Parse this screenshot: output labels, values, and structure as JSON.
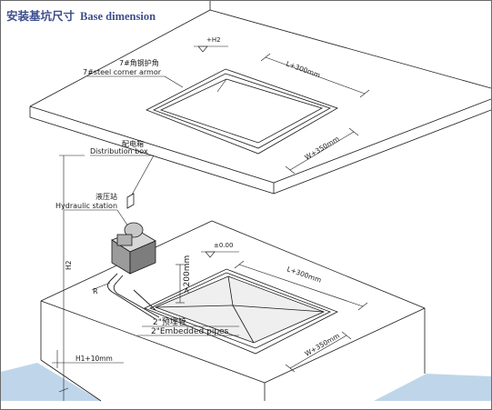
{
  "title": {
    "zh": "安装基坑尺寸",
    "en": "Base dimension"
  },
  "labels": {
    "upper_level": "+H2",
    "corner_armor_zh": "7#角钢护角",
    "corner_armor_en": "7#steel corner armor",
    "top_length": "L+300mm",
    "top_width": "W+350mm",
    "distribution_box_zh": "配电箱",
    "distribution_box_en": "Distribution box",
    "hydraulic_station_zh": "液压站",
    "hydraulic_station_en": "Hydraulic station",
    "height": "H2",
    "ground_level": "±0.00",
    "pipe_depth": ">200mm",
    "bend_radius": "R",
    "pit_length": "L+300mm",
    "pit_width": "W+350mm",
    "pipes_zh": "2\"预埋管",
    "pipes_en": "2\"Embedded pipes",
    "depth": "H1+10mm"
  },
  "colors": {
    "title": "#3d4f8c",
    "ground_fill": "#bfd6ea",
    "line": "#1a1a1a"
  }
}
